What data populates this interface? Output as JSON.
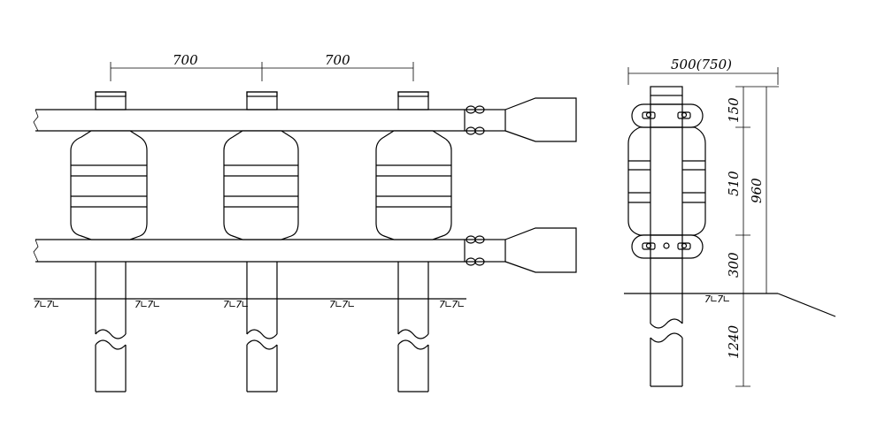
{
  "front_view": {
    "spacing_left": "700",
    "spacing_right": "700",
    "ground_marks": [
      "7∟7∟",
      "7∟7∟",
      "7∟7∟",
      "7∟7∟",
      "7∟7∟"
    ]
  },
  "side_view": {
    "width_label": "500(750)",
    "dim_top_offset": "150",
    "dim_roller_height": "510",
    "dim_total_height": "960",
    "dim_ground_to_rail": "300",
    "dim_embed_depth": "1240",
    "ground_mark": "7∟7∟"
  },
  "colors": {
    "line": "#000000",
    "background": "#ffffff"
  }
}
